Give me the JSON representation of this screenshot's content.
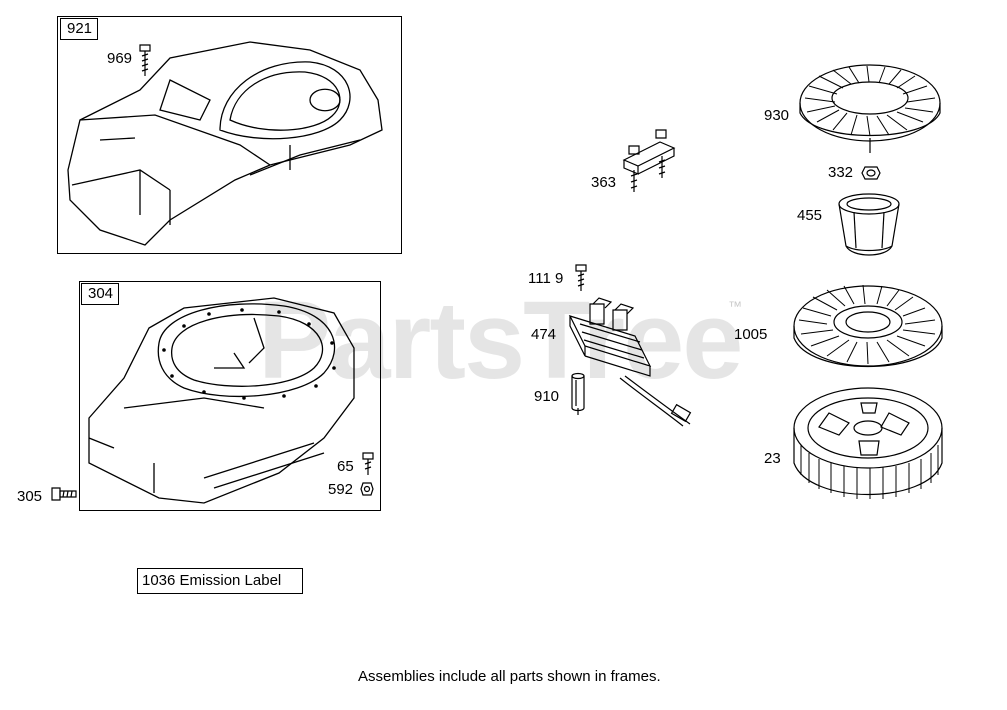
{
  "frames": {
    "f921": "921",
    "f304": "304"
  },
  "callouts": {
    "c969": "969",
    "c305": "305",
    "c65": "65",
    "c592": "592",
    "c363": "363",
    "c1119": "111 9",
    "c474": "474",
    "c910": "910",
    "c930": "930",
    "c332": "332",
    "c455": "455",
    "c1005": "1005",
    "c23": "23"
  },
  "emission_label": "1036 Emission Label",
  "footnote": "Assemblies include all parts shown in frames.",
  "watermark": {
    "text": "PartsTree",
    "tm": "™",
    "color": "#d9d9d9"
  }
}
